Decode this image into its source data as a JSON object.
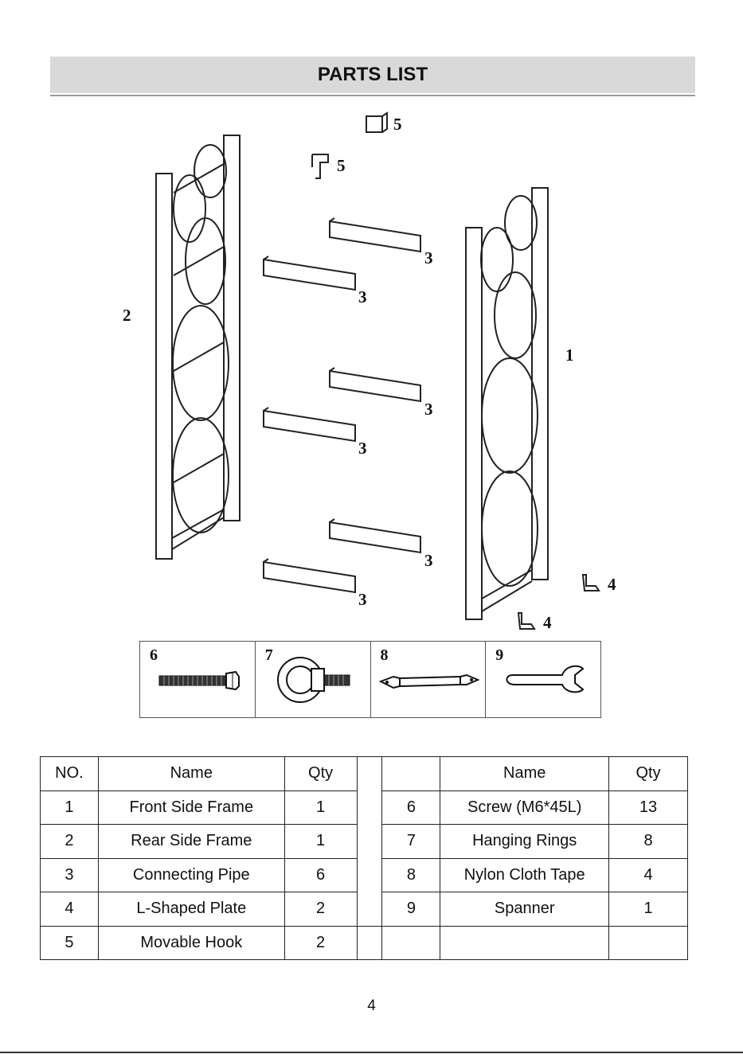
{
  "title": "PARTS LIST",
  "callouts": {
    "hook_top": "5",
    "hook_second": "5",
    "rear_frame": "2",
    "front_frame": "1",
    "pipe_1": "3",
    "pipe_2": "3",
    "pipe_3": "3",
    "pipe_4": "3",
    "pipe_5": "3",
    "pipe_6": "3",
    "plate_1": "4",
    "plate_2": "4"
  },
  "hardware": [
    {
      "no": "6",
      "icon": "screw-icon"
    },
    {
      "no": "7",
      "icon": "hanging-ring-icon"
    },
    {
      "no": "8",
      "icon": "nylon-tape-icon"
    },
    {
      "no": "9",
      "icon": "spanner-icon"
    }
  ],
  "table": {
    "headers": {
      "no": "NO.",
      "name": "Name",
      "qty": "Qty",
      "no2": "",
      "name2": "Name",
      "qty2": "Qty"
    },
    "rows": [
      {
        "no": "1",
        "name": "Front Side Frame",
        "qty": "1",
        "no2": "6",
        "name2": "Screw (M6*45L)",
        "qty2": "13"
      },
      {
        "no": "2",
        "name": "Rear Side Frame",
        "qty": "1",
        "no2": "7",
        "name2": "Hanging Rings",
        "qty2": "8"
      },
      {
        "no": "3",
        "name": "Connecting Pipe",
        "qty": "6",
        "no2": "8",
        "name2": "Nylon Cloth Tape",
        "qty2": "4"
      },
      {
        "no": "4",
        "name": "L-Shaped Plate",
        "qty": "2",
        "no2": "9",
        "name2": "Spanner",
        "qty2": "1"
      },
      {
        "no": "5",
        "name": "Movable Hook",
        "qty": "2",
        "no2": "",
        "name2": "",
        "qty2": ""
      }
    ]
  },
  "page_number": "4"
}
